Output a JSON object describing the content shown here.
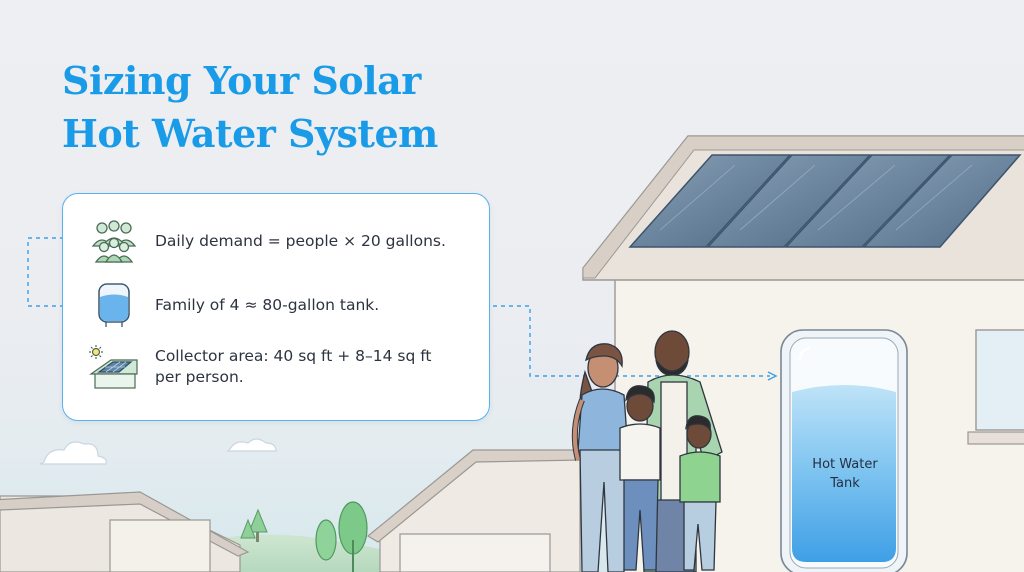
{
  "title": {
    "line1": "Sizing Your Solar",
    "line2": "Hot Water System"
  },
  "tips": [
    {
      "icon": "people-group-icon",
      "text": "Daily demand = people × 20 gallons."
    },
    {
      "icon": "water-tank-icon",
      "text": "Family of 4 ≈ 80-gallon tank."
    },
    {
      "icon": "solar-panel-roof-icon",
      "text": "Collector area: 40 sq ft + 8–14 sq ft per person."
    }
  ],
  "tank": {
    "label_line1": "Hot Water",
    "label_line2": "Tank"
  },
  "colors": {
    "title": "#1a9be8",
    "card_border": "#58b2ee",
    "connector": "#3aa2e6",
    "water": "#5cb3ee"
  }
}
